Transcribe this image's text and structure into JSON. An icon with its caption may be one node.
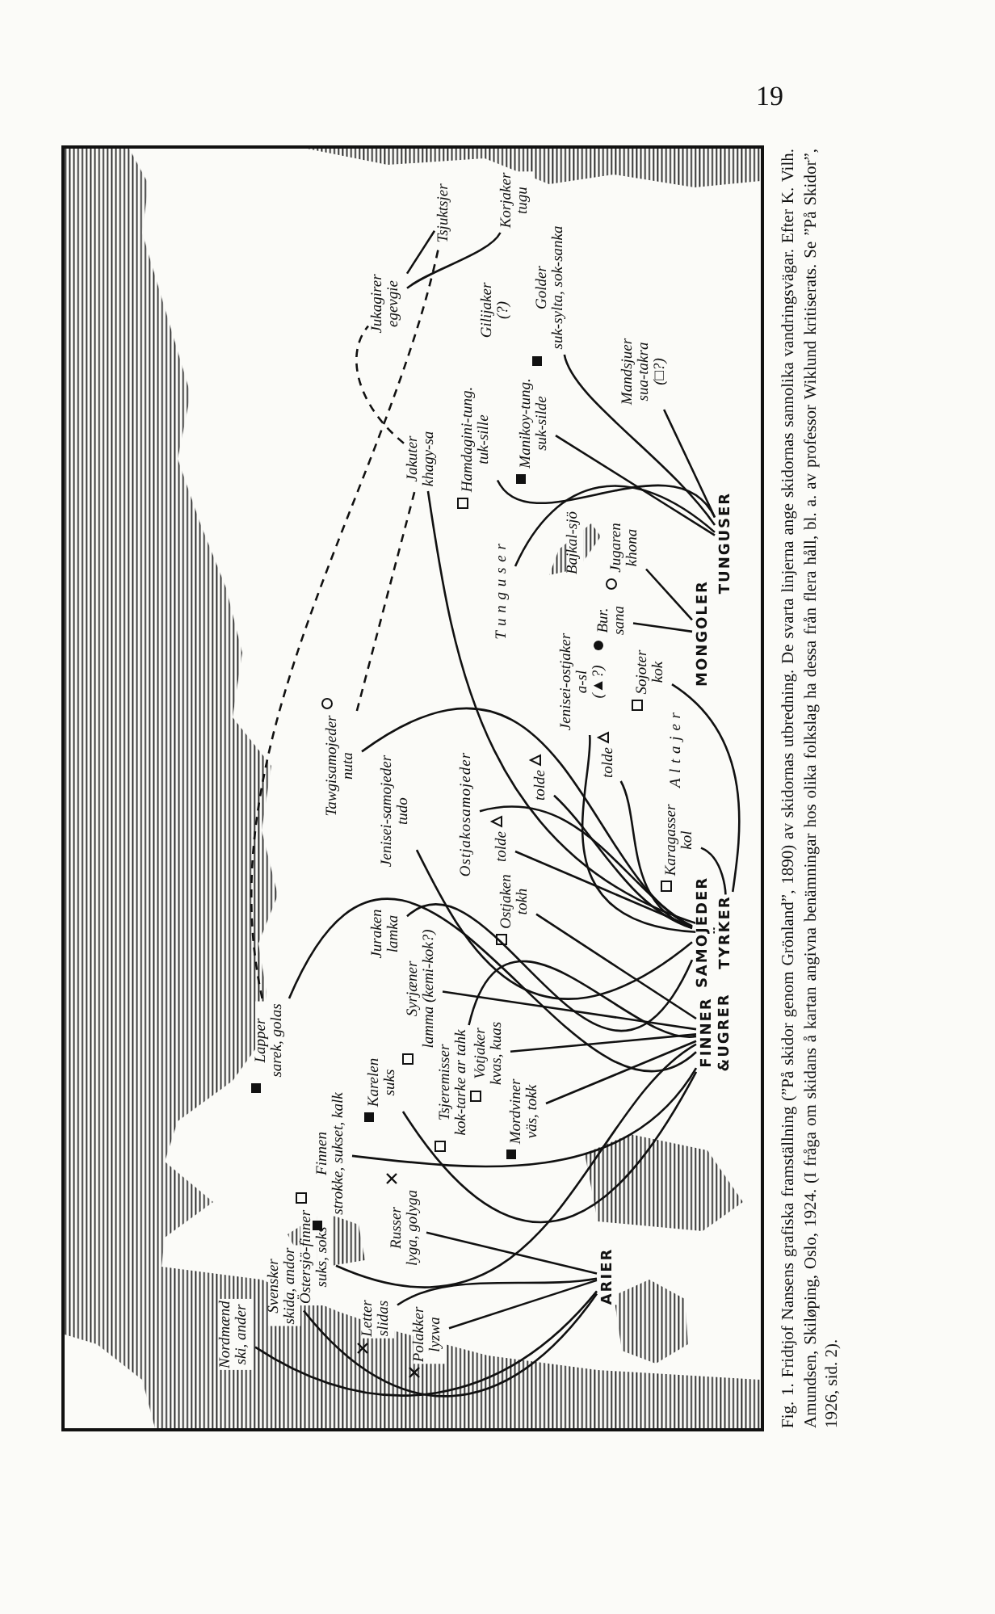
{
  "diagram": {
    "caption": "Fig. 1. Fridtjof Nansens grafiska framställning (”På skidor genom Grönland”, 1890) av skidornas utbredning. De svarta linjerna ange skidornas sannolika vandringsvägar. Efter K. Vilh. Amundsen, Skiløping, Oslo, 1924. (I fråga om skidans å kartan angivna benämningar hos olika folkslag ha dessa från flera håll, bl. a. av professor Wiklund kritiserats. Se ”På Skidor”, 1926, sid. 2).",
    "nodes": [
      {
        "text": [
          "Nordmænd",
          "ski, ander"
        ]
      },
      {
        "text": [
          "Svensker",
          "skida, andor"
        ]
      },
      {
        "text": [
          "Lapper",
          "sarek, golas"
        ]
      },
      {
        "text": [
          "Finnen",
          "strokke, sukset, kalk"
        ]
      },
      {
        "text": [
          "Karelen",
          "suks"
        ]
      },
      {
        "text": [
          "Östersjö-finner",
          "suks, soks"
        ]
      },
      {
        "text": [
          "Letter",
          "slidas"
        ]
      },
      {
        "text": [
          "Russer",
          "lyga, golyga"
        ]
      },
      {
        "text": [
          "Polakker",
          "lyzwa"
        ]
      },
      {
        "text": [
          "ARIER"
        ]
      },
      {
        "text": [
          "Juraken",
          "lamka"
        ]
      },
      {
        "text": [
          "Syrjæner",
          "lamma (kemi-kok?)"
        ]
      },
      {
        "text": [
          "Tsjeremisser",
          "kok-tarke ar tahk"
        ]
      },
      {
        "text": [
          "Votjaker",
          "kvas, kuas"
        ]
      },
      {
        "text": [
          "Mordviner",
          "väs, tokk"
        ]
      },
      {
        "text": [
          "Ostjaken",
          "tokh"
        ]
      },
      {
        "text": [
          "Tawgisamojeder",
          "nuta"
        ]
      },
      {
        "text": [
          "Jenisei-samojeder",
          "tudo"
        ]
      },
      {
        "text": [
          "Ostjakosamojeder"
        ]
      },
      {
        "text": [
          "tolde"
        ]
      },
      {
        "text": [
          "tolde"
        ]
      },
      {
        "text": [
          "tolde"
        ]
      },
      {
        "text": [
          "Jenisei-ostjaker",
          "a-sl",
          "(▲?)"
        ]
      },
      {
        "text": [
          "Sojoter",
          "kok"
        ]
      },
      {
        "text": [
          "Karagasser",
          "kol"
        ]
      },
      {
        "text": [
          "A l t a j e r"
        ]
      },
      {
        "text": [
          "FINNER",
          "&UGRER"
        ]
      },
      {
        "text": [
          "SAMOJEDER"
        ]
      },
      {
        "text": [
          "TYRKER"
        ]
      },
      {
        "text": [
          "MONGOLER"
        ]
      },
      {
        "text": [
          "TUNGUSER"
        ]
      },
      {
        "text": [
          "Bur.",
          "sana"
        ]
      },
      {
        "text": [
          "Bajkal-sjö"
        ]
      },
      {
        "text": [
          "Jugaren",
          "khona"
        ]
      },
      {
        "text": [
          "T u n g u s e r"
        ]
      },
      {
        "text": [
          "Jakuter",
          "khagy-sa"
        ]
      },
      {
        "text": [
          "Hamdagini-tung.",
          "tuk-sille"
        ]
      },
      {
        "text": [
          "Manikoy-tung.",
          "suk-silde"
        ]
      },
      {
        "text": [
          "Gilijaker",
          "(?)"
        ]
      },
      {
        "text": [
          "Golder",
          "suk-sylta, sok-sanka"
        ]
      },
      {
        "text": [
          "Mandsjuer",
          "sua-takra",
          "(□?)"
        ]
      },
      {
        "text": [
          "Jukagirer",
          "egevgie"
        ]
      },
      {
        "text": [
          "Tsjuktsjer"
        ]
      },
      {
        "text": [
          "Korjaker",
          "tugu"
        ]
      }
    ],
    "edges": [
      {
        "from": 9,
        "to": 0,
        "arrow": "none"
      },
      {
        "from": 9,
        "to": 1,
        "arrow": "none"
      },
      {
        "from": 9,
        "to": 6,
        "arrow": "none"
      },
      {
        "from": 9,
        "to": 7,
        "arrow": "none"
      },
      {
        "from": 9,
        "to": 8,
        "arrow": "none"
      },
      {
        "from": 26,
        "to": 2,
        "arrow": "none"
      },
      {
        "from": 26,
        "to": 3,
        "arrow": "none"
      },
      {
        "from": 26,
        "to": 4,
        "arrow": "none"
      },
      {
        "from": 26,
        "to": 5,
        "arrow": "none"
      },
      {
        "from": 26,
        "to": 11,
        "arrow": "none"
      },
      {
        "from": 26,
        "to": 12,
        "arrow": "none"
      },
      {
        "from": 26,
        "to": 13,
        "arrow": "none"
      },
      {
        "from": 26,
        "to": 14,
        "arrow": "none"
      },
      {
        "from": 26,
        "to": 15,
        "arrow": "none"
      },
      {
        "from": 27,
        "to": 16,
        "arrow": "none"
      },
      {
        "from": 27,
        "to": 10,
        "arrow": "none"
      },
      {
        "from": 27,
        "to": 17,
        "arrow": "none"
      },
      {
        "from": 27,
        "to": 18,
        "arrow": "none"
      },
      {
        "from": 27,
        "to": 19,
        "arrow": "none"
      },
      {
        "from": 27,
        "to": 20,
        "arrow": "none"
      },
      {
        "from": 27,
        "to": 21,
        "arrow": "none"
      },
      {
        "from": 28,
        "to": 22,
        "arrow": "none"
      },
      {
        "from": 28,
        "to": 23,
        "arrow": "none"
      },
      {
        "from": 28,
        "to": 24,
        "arrow": "none"
      },
      {
        "from": 28,
        "to": 35,
        "arrow": "none"
      },
      {
        "from": 29,
        "to": 31,
        "arrow": "none"
      },
      {
        "from": 29,
        "to": 33,
        "arrow": "none"
      },
      {
        "from": 30,
        "to": 36,
        "arrow": "none"
      },
      {
        "from": 30,
        "to": 37,
        "arrow": "none"
      },
      {
        "from": 30,
        "to": 39,
        "arrow": "none"
      },
      {
        "from": 30,
        "to": 40,
        "arrow": "none"
      },
      {
        "from": 30,
        "to": 34,
        "arrow": "none"
      },
      {
        "from": 2,
        "to": 42,
        "arrow": "none",
        "style": "dashed"
      },
      {
        "from": 16,
        "to": 35,
        "arrow": "none",
        "style": "dashed"
      },
      {
        "from": 35,
        "to": 41,
        "arrow": "none",
        "style": "dashed"
      },
      {
        "from": 41,
        "to": 42,
        "arrow": "none"
      },
      {
        "from": 41,
        "to": 43,
        "arrow": "none"
      }
    ],
    "labels": [
      "19"
    ]
  }
}
